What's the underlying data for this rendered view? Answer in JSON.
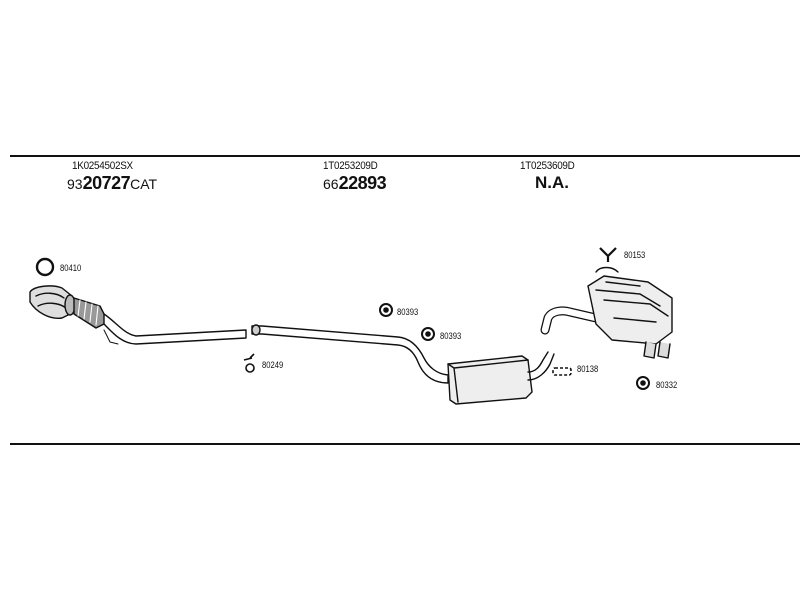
{
  "sections": [
    {
      "oem": "1K0254502SX",
      "prefix": "93",
      "number": "20727",
      "suffix": "CAT"
    },
    {
      "oem": "1T0253209D",
      "prefix": "66",
      "number": "22893",
      "suffix": ""
    },
    {
      "oem": "1T0253609D",
      "prefix": "",
      "number": "N.A.",
      "suffix": ""
    }
  ],
  "parts": {
    "p80410": "80410",
    "p80249": "80249",
    "p80393a": "80393",
    "p80393b": "80393",
    "p80153": "80153",
    "p80138": "80138",
    "p80332": "80332"
  },
  "icons": [
    "gasket-ring-icon",
    "clamp-icon",
    "rubber-hanger-icon",
    "mounting-bracket-icon",
    "hose-clamp-icon",
    "tail-pipe-trim-icon"
  ]
}
